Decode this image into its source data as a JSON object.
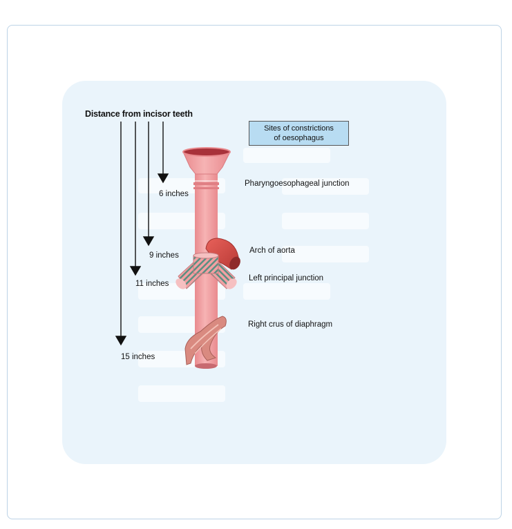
{
  "diagram": {
    "heading": "Distance from incisor teeth",
    "title_line1": "Sites of constrictions",
    "title_line2": "of oesophagus",
    "distances": [
      "6 inches",
      "9 inches",
      "11 inches",
      "15 inches"
    ],
    "sites": [
      "Pharyngoesophageal junction",
      "Arch of aorta",
      "Left principal junction",
      "Right crus of diaphragm"
    ]
  },
  "colors": {
    "panel": "#eaf4fb",
    "title_box": "#b8dcf2",
    "oesophagus": "#f2a0a2",
    "aorta": "#d9534f",
    "bronchus_stripe": "#5b8f82"
  }
}
